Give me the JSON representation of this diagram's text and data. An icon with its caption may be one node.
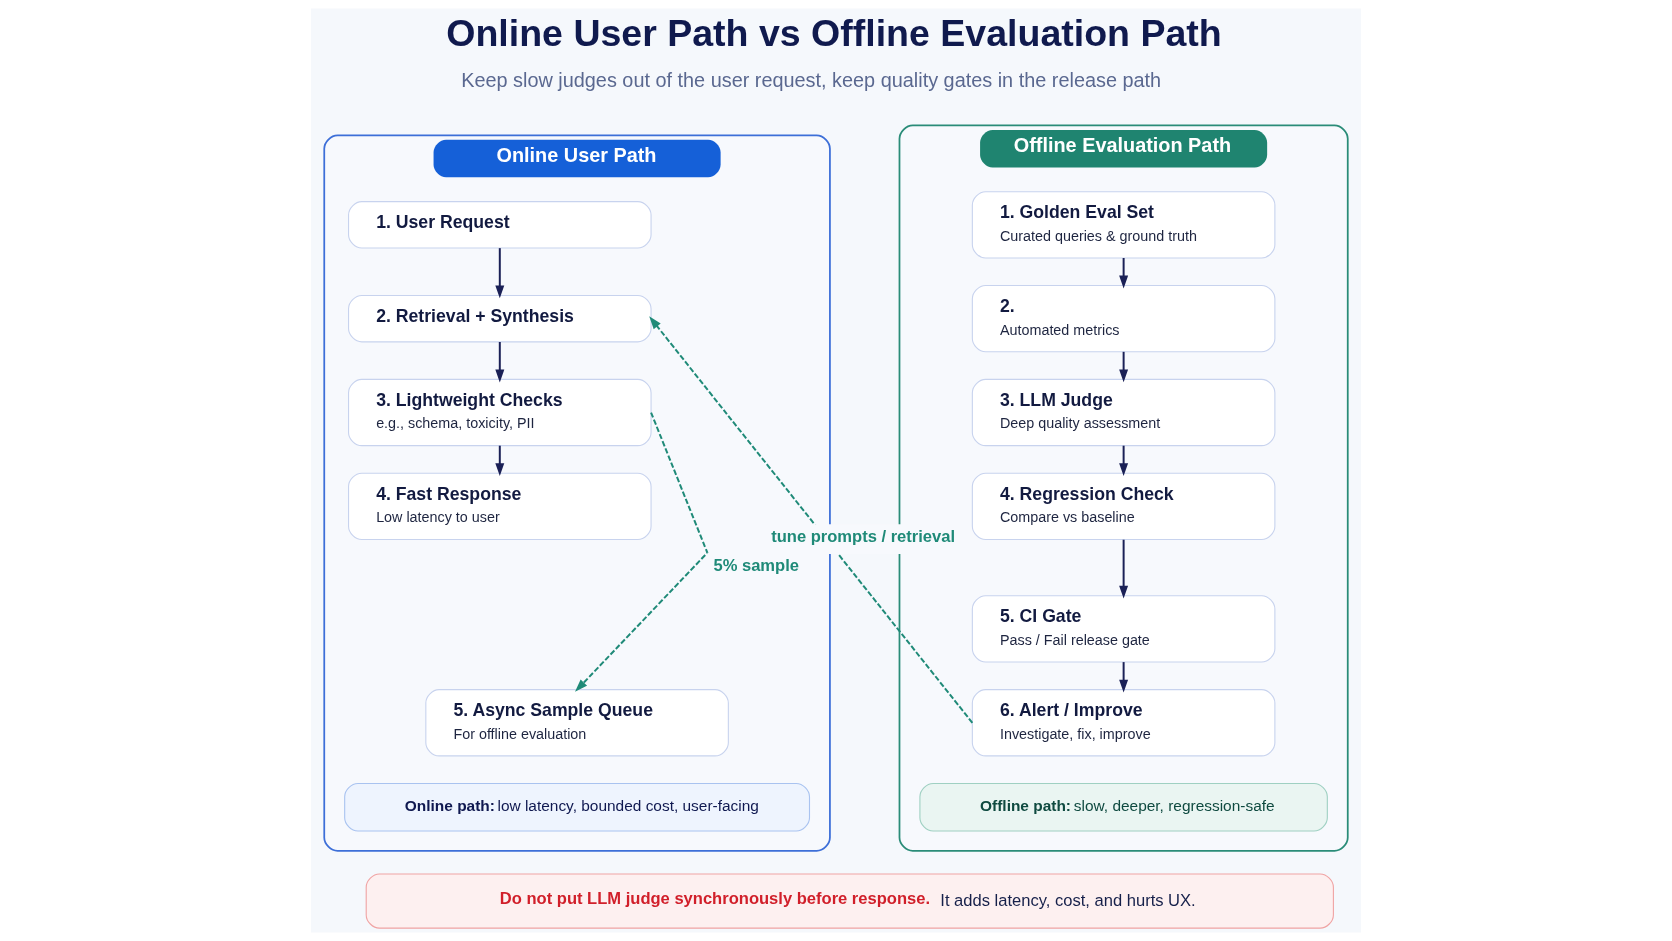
{
  "diagram": {
    "title": "Online User Path vs Offline Evaluation Path",
    "nodes": [
      {
        "text": [
          "Online User Path"
        ]
      },
      {
        "text": [
          "1. User Request"
        ],
        "in": 0
      },
      {
        "text": [
          "2. Retrieval + Synthesis"
        ],
        "in": 0
      },
      {
        "text": [
          "3. Lightweight Checks",
          "e.g., schema, toxicity, PII"
        ],
        "in": 0
      },
      {
        "text": [
          "4. Fast Response",
          "Low latency to user"
        ],
        "in": 0
      },
      {
        "text": [
          "5. Async Sample Queue",
          "For offline evaluation"
        ],
        "in": 0
      },
      {
        "text": [
          "**Online path:** low latency, bounded cost, user-facing"
        ],
        "in": 0
      },
      {
        "text": [
          "Offline Evaluation Path"
        ]
      },
      {
        "text": [
          "1. Golden Eval Set",
          "Curated queries & ground truth"
        ],
        "in": 7
      },
      {
        "text": [
          "2.",
          "Automated metrics"
        ],
        "in": 7
      },
      {
        "text": [
          "3. LLM Judge",
          "Deep quality assessment"
        ],
        "in": 7
      },
      {
        "text": [
          "4. Regression Check",
          "Compare vs baseline"
        ],
        "in": 7
      },
      {
        "text": [
          "5. CI Gate",
          "Pass / Fail release gate"
        ],
        "in": 7
      },
      {
        "text": [
          "6. Alert / Improve",
          "Investigate, fix, improve"
        ],
        "in": 7
      },
      {
        "text": [
          "**Offline path:** slow, deeper, regression-safe"
        ],
        "in": 7
      },
      {
        "text": [
          "Do not put LLM judge synchronously before response.",
          "It adds latency, cost, and hurts UX."
        ]
      }
    ],
    "edges": [
      {
        "from": 1,
        "to": 2,
        "arrow": "to"
      },
      {
        "from": 2,
        "to": 3,
        "arrow": "to"
      },
      {
        "from": 3,
        "to": 4,
        "arrow": "to"
      },
      {
        "from": 3,
        "to": 5,
        "arrow": "to",
        "label": "5% sample",
        "style": "dashed",
        "color": "#1f8a78"
      },
      {
        "from": 8,
        "to": 9,
        "arrow": "to"
      },
      {
        "from": 9,
        "to": 10,
        "arrow": "to"
      },
      {
        "from": 10,
        "to": 11,
        "arrow": "to"
      },
      {
        "from": 11,
        "to": 12,
        "arrow": "to"
      },
      {
        "from": 12,
        "to": 13,
        "arrow": "to"
      },
      {
        "from": 13,
        "to": 2,
        "arrow": "to",
        "label": "tune prompts / retrieval",
        "style": "dashed",
        "color": "#1f8a78"
      }
    ],
    "labels": [
      "Keep slow judges out of the user request, keep quality gates in the release path"
    ]
  }
}
